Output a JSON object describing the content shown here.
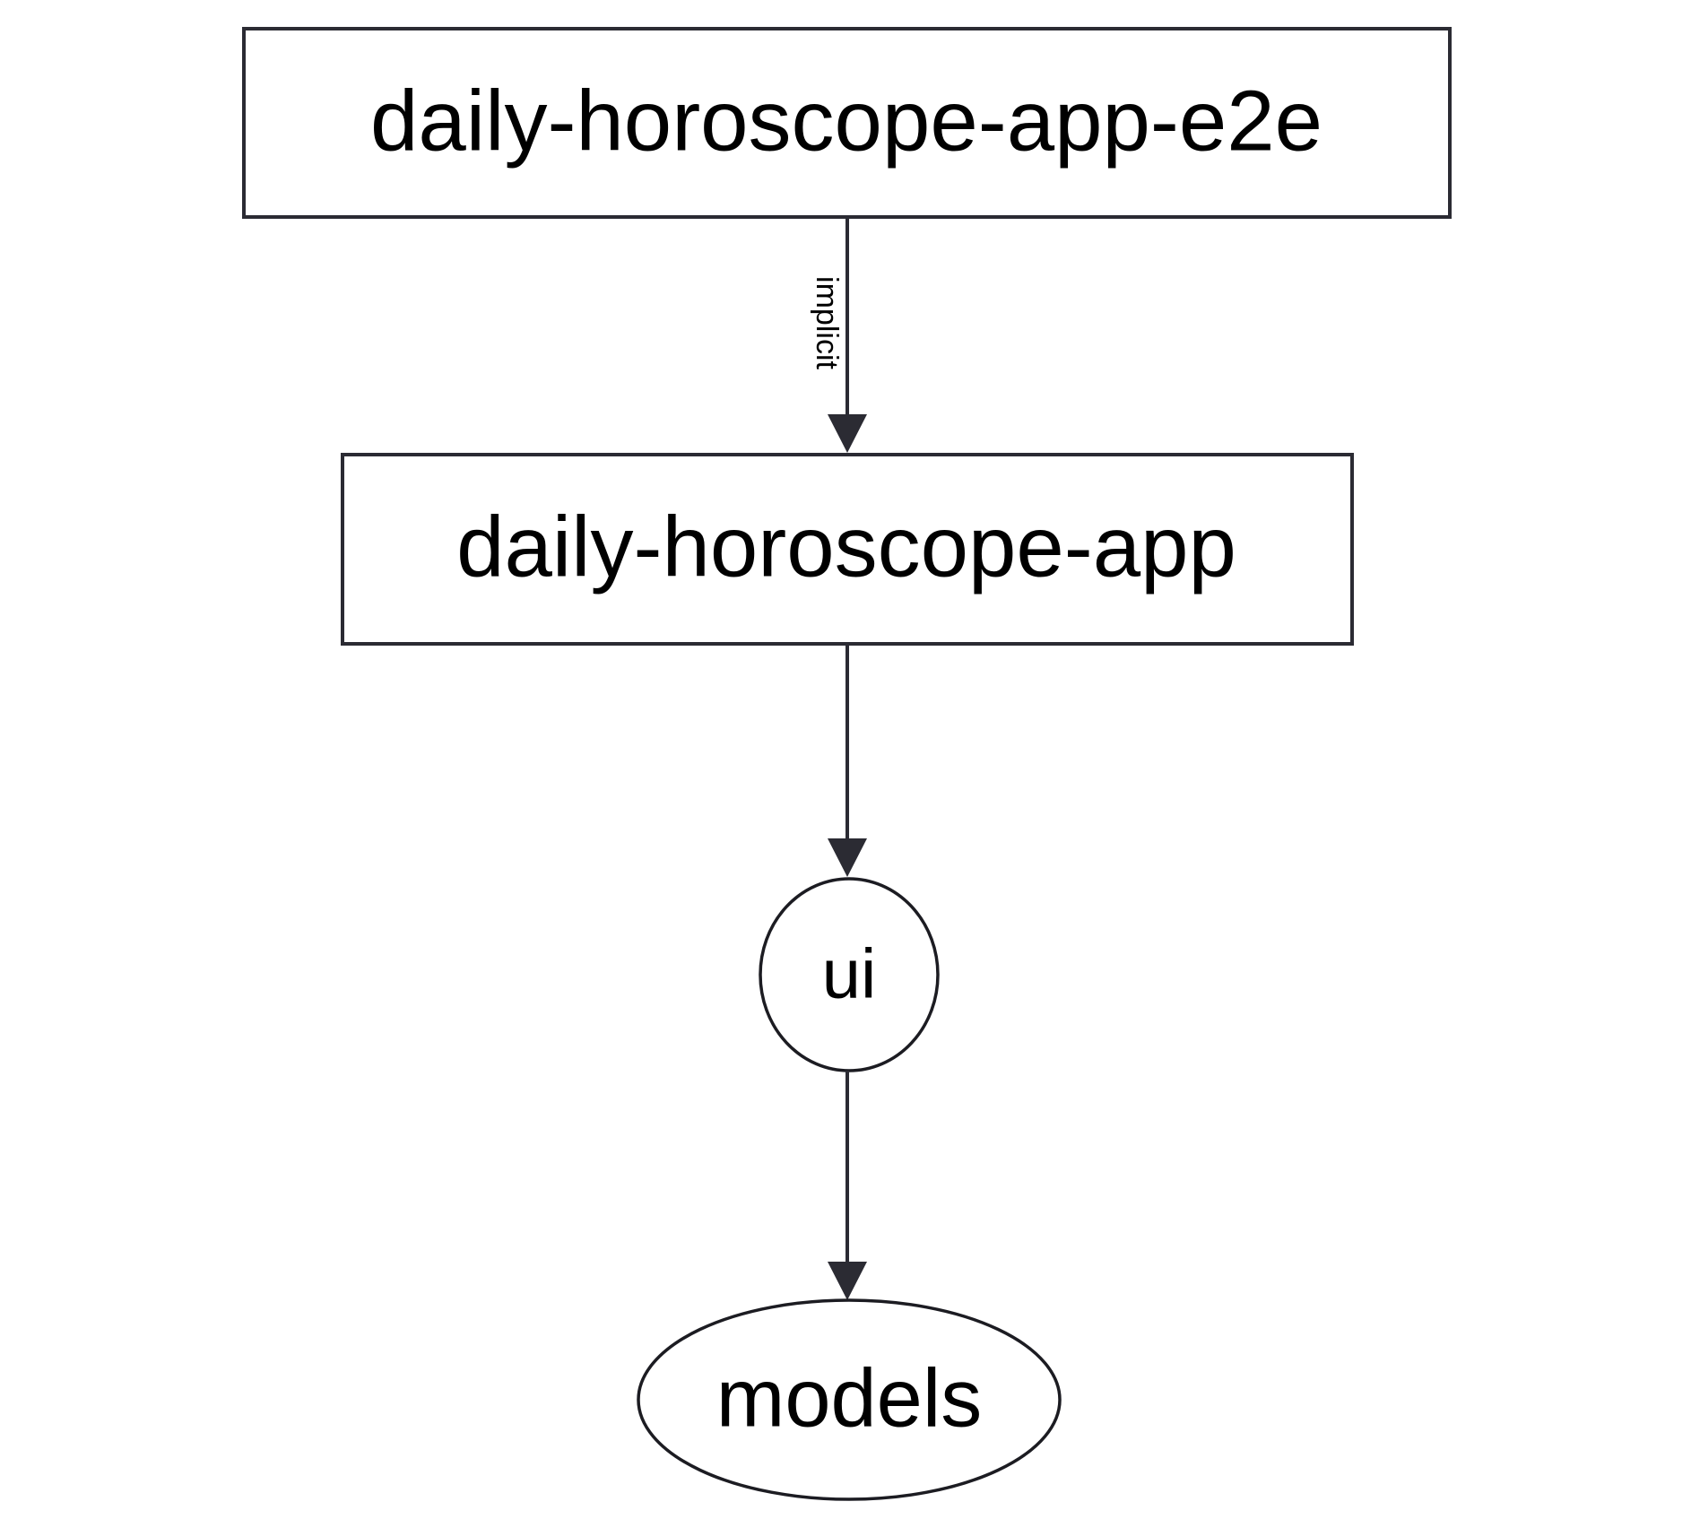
{
  "diagram": {
    "type": "dependency-graph",
    "direction": "top-to-bottom",
    "background_color": "#ffffff",
    "stroke_color": "#2b2b33",
    "text_color": "#000000",
    "nodes": [
      {
        "id": "daily-horoscope-app-e2e",
        "label": "daily-horoscope-app-e2e",
        "shape": "rectangle"
      },
      {
        "id": "daily-horoscope-app",
        "label": "daily-horoscope-app",
        "shape": "rectangle"
      },
      {
        "id": "ui",
        "label": "ui",
        "shape": "ellipse"
      },
      {
        "id": "models",
        "label": "models",
        "shape": "ellipse"
      }
    ],
    "edges": [
      {
        "from": "daily-horoscope-app-e2e",
        "to": "daily-horoscope-app",
        "label": "implicit",
        "label_rotated": true
      },
      {
        "from": "daily-horoscope-app",
        "to": "ui",
        "label": ""
      },
      {
        "from": "ui",
        "to": "models",
        "label": ""
      }
    ]
  }
}
